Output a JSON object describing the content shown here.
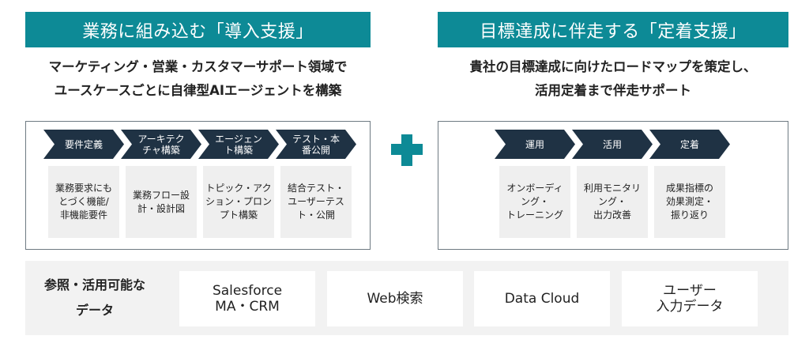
{
  "left": {
    "title": "業務に組み込む「導入支援」",
    "subtitle_lines": [
      "マーケティング・営業・カスタマーサポート領域で",
      "ユースケースごとに自律型AIエージェントを構築"
    ],
    "steps": [
      {
        "label": "要件定義",
        "detail": "業務要求にも\nとづく機能/\n非機能要件"
      },
      {
        "label": "アーキテク\nチャ構築",
        "detail": "業務フロー設\n計・設計図"
      },
      {
        "label": "エージェン\nト構築",
        "detail": "トピック・アク\nション・プロン\nプト構築"
      },
      {
        "label": "テスト・本\n番公開",
        "detail": "結合テスト・\nユーザーテス\nト・公開"
      }
    ]
  },
  "right": {
    "title": "目標達成に伴走する「定着支援」",
    "subtitle_lines": [
      "貴社の目標達成に向けたロードマップを策定し、",
      "活用定着まで伴走サポート"
    ],
    "steps": [
      {
        "label": "運用",
        "detail": "オンボーディ\nング・\nトレーニング"
      },
      {
        "label": "活用",
        "detail": "利用モニタリ\nング・\n出力改善"
      },
      {
        "label": "定着",
        "detail": "成果指標の\n効果測定・\n振り返り"
      }
    ]
  },
  "connector": {
    "icon": "plus-icon"
  },
  "data_sources": {
    "label_lines": [
      "参照・活用可能な",
      "データ"
    ],
    "items": [
      "Salesforce\nMA・CRM",
      "Web検索",
      "Data Cloud",
      "ユーザー\n入力データ"
    ]
  },
  "colors": {
    "accent": "#0d8a96",
    "chevron": "#1f3244",
    "card": "#efefef",
    "band": "#f2f2f2"
  }
}
